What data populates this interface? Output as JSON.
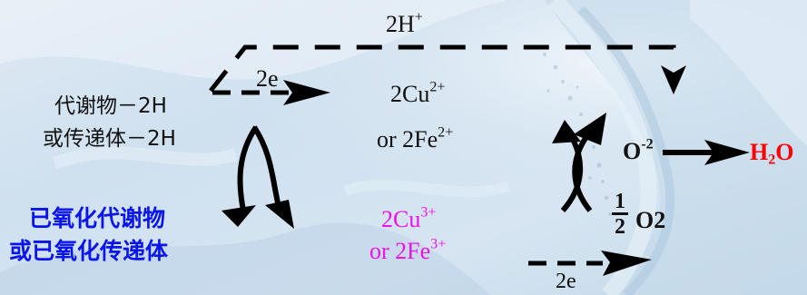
{
  "labels": {
    "top_h": {
      "base": "2H",
      "sup": "+"
    },
    "left_2e": "2e",
    "bottom_2e": "2e",
    "metabolite_2h": "代谢物－2H",
    "carrier_2h": "或传递体－2H",
    "oxidized_metabolite": "已氧化代谢物",
    "oxidized_carrier": "或已氧化传递体",
    "cu2": {
      "base": "2Cu",
      "sup": "2+"
    },
    "fe2": {
      "base": "or 2Fe",
      "sup": "2+"
    },
    "cu3": {
      "base": "2Cu",
      "sup": "3+"
    },
    "fe3": {
      "base": "or 2Fe",
      "sup": "3+"
    },
    "oxide": {
      "base": "O",
      "sup": "-2"
    },
    "water": {
      "part1": "H",
      "sub": "2",
      "part2": "O"
    },
    "half": {
      "num": "1",
      "den": "2"
    },
    "oxygen": "O2"
  },
  "colors": {
    "text": "#111111",
    "blue": "#0a14ee",
    "magenta": "#ee10ee",
    "red": "#ff0000",
    "bg_light": "#e9f2fa",
    "bg_mid": "#b9d3e8",
    "bg_dark": "#8fb3d3"
  }
}
